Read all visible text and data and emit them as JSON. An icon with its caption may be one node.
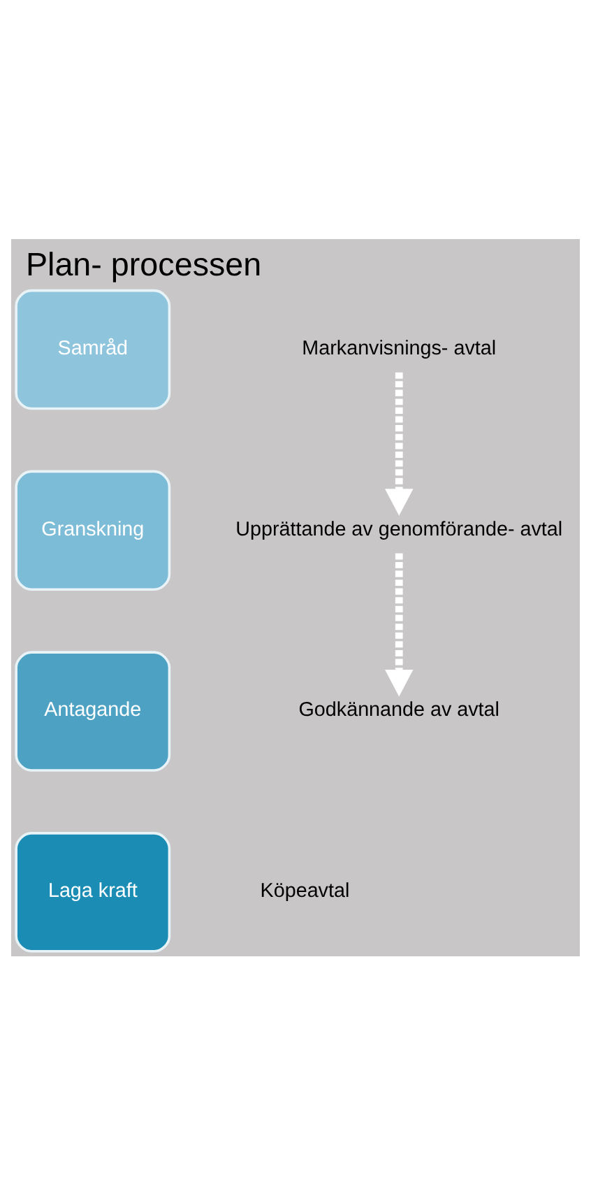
{
  "diagram": {
    "title": "Plan- processen",
    "nodes": [
      {
        "text": [
          "Samråd"
        ]
      },
      {
        "text": [
          "Granskning"
        ]
      },
      {
        "text": [
          "Antagande"
        ]
      },
      {
        "text": [
          "Laga kraft"
        ]
      },
      {
        "text": [
          "Markanvisnings- avtal"
        ]
      },
      {
        "text": [
          "Upprättande av genomförande- avtal"
        ]
      },
      {
        "text": [
          "Godkännande av avtal"
        ]
      },
      {
        "text": [
          "Köpeavtal"
        ]
      }
    ],
    "edges": [
      {
        "from": 4,
        "to": 5,
        "arrow": "to",
        "style": "dashed"
      },
      {
        "from": 5,
        "to": 6,
        "arrow": "to",
        "style": "dashed"
      }
    ]
  }
}
